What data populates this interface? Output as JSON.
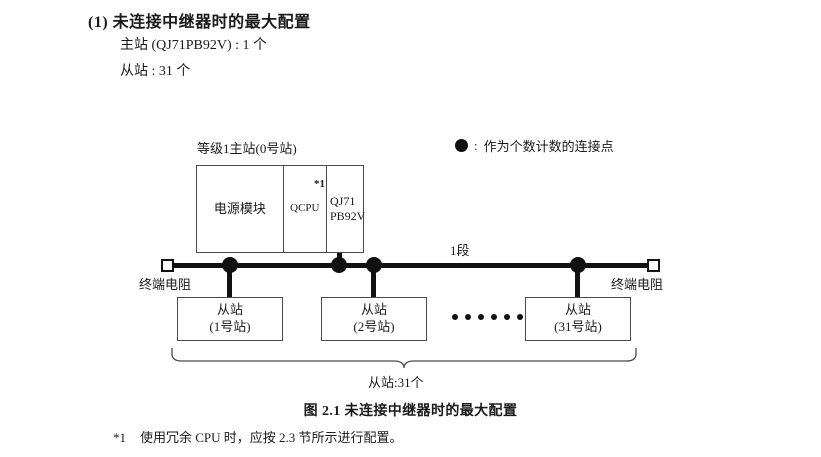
{
  "heading": {
    "title": "(1) 未连接中继器时的最大配置",
    "master_line": "主站 (QJ71PB92V) : 1 个",
    "slave_line": "从站 : 31 个"
  },
  "legend": {
    "marker": "●",
    "separator": ":",
    "text": "作为个数计数的连接点"
  },
  "diagram": {
    "master": {
      "caption": "等级1主站(0号站)",
      "slots": [
        {
          "name": "power-module",
          "label": "电源模块"
        },
        {
          "name": "cpu-module",
          "label": "QCPU",
          "footnote_mark": "*1"
        },
        {
          "name": "network-module",
          "line1": "QJ71",
          "line2": "PB92V"
        }
      ]
    },
    "bus": {
      "segment_label": "1段",
      "terminator_left_label": "终端电阻",
      "terminator_right_label": "终端电阻"
    },
    "slaves": [
      {
        "title": "从站",
        "number": "(1号站)"
      },
      {
        "title": "从站",
        "number": "(2号站)"
      },
      {
        "title": "从站",
        "number": "(31号站)"
      }
    ],
    "ellipsis_count": 6,
    "brace_label": "从站:31个"
  },
  "figure_caption": "图 2.1  未连接中继器时的最大配置",
  "footnote": {
    "mark": "*1",
    "text": "使用冗余 CPU 时，应按 2.3 节所示进行配置。"
  },
  "colors": {
    "ink": "#1a1a1a",
    "line": "#111111",
    "box_border": "#4a4a4a",
    "background": "#ffffff"
  }
}
